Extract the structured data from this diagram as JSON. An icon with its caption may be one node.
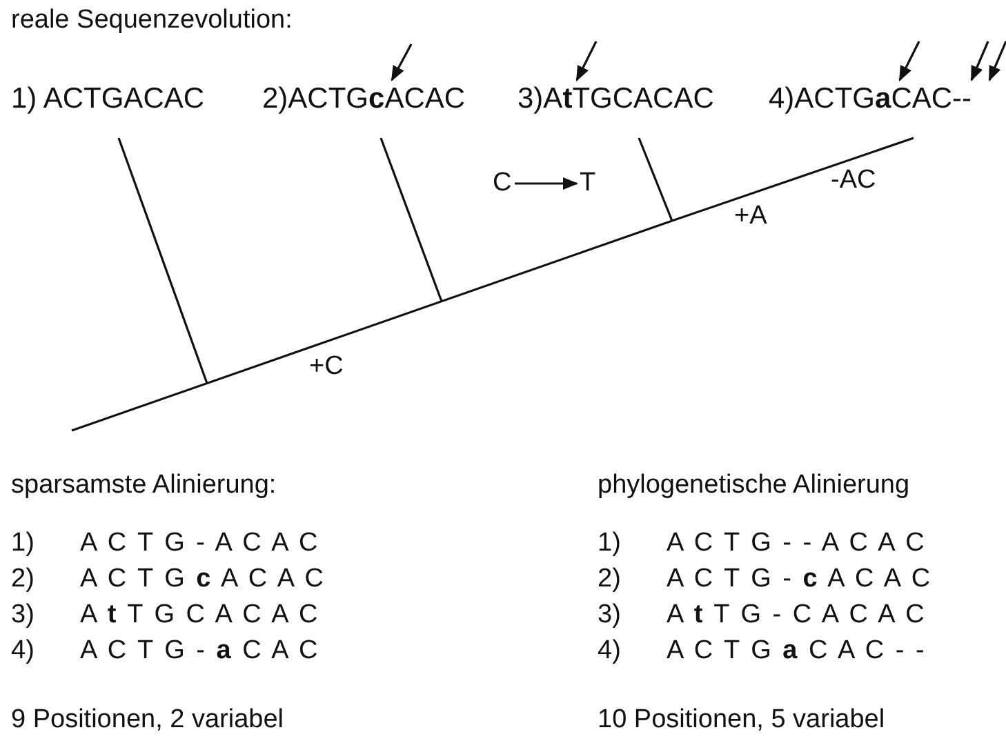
{
  "diagram": {
    "nodes": [
      {
        "text": [
          "1) ACTGACAC"
        ]
      },
      {
        "text": [
          "2)ACTG**c**ACAC"
        ]
      },
      {
        "text": [
          "3)A**t**TGCACAC"
        ]
      },
      {
        "text": [
          "4)ACTG**a**CAC--"
        ]
      },
      {
        "text": [
          "C"
        ]
      },
      {
        "text": [
          "T"
        ]
      },
      {
        "text": [],
        "shape": "line"
      }
    ],
    "edges": [
      {
        "from": 0,
        "to": 6,
        "arrow": "none"
      },
      {
        "from": 1,
        "to": 6,
        "arrow": "none"
      },
      {
        "from": 2,
        "to": 6,
        "arrow": "none"
      },
      {
        "from": 6,
        "to": 3,
        "arrow": "none"
      },
      {
        "from": 4,
        "to": 5,
        "arrow": "to"
      }
    ],
    "labels": [
      "reale Sequenzevolution:",
      "-AC",
      "+A",
      "+C",
      "sparsamste Alinierung:",
      "phylogenetische Alinierung",
      "1)",
      "A C T G - A C A C",
      "1)",
      "A C T G - - A C A C",
      "2)",
      "A C T G **c** A C A C",
      "2)",
      "A C T G - **c** A C A C",
      "3)",
      "A **t** T G C A C A C",
      "3)",
      "A **t** T G - C A C A C",
      "4)",
      "A C T G - **a** C A C",
      "4)",
      "A C T G **a** C A C - -",
      "9 Positionen, 2 variabel",
      "10 Positionen, 5 variabel"
    ]
  }
}
